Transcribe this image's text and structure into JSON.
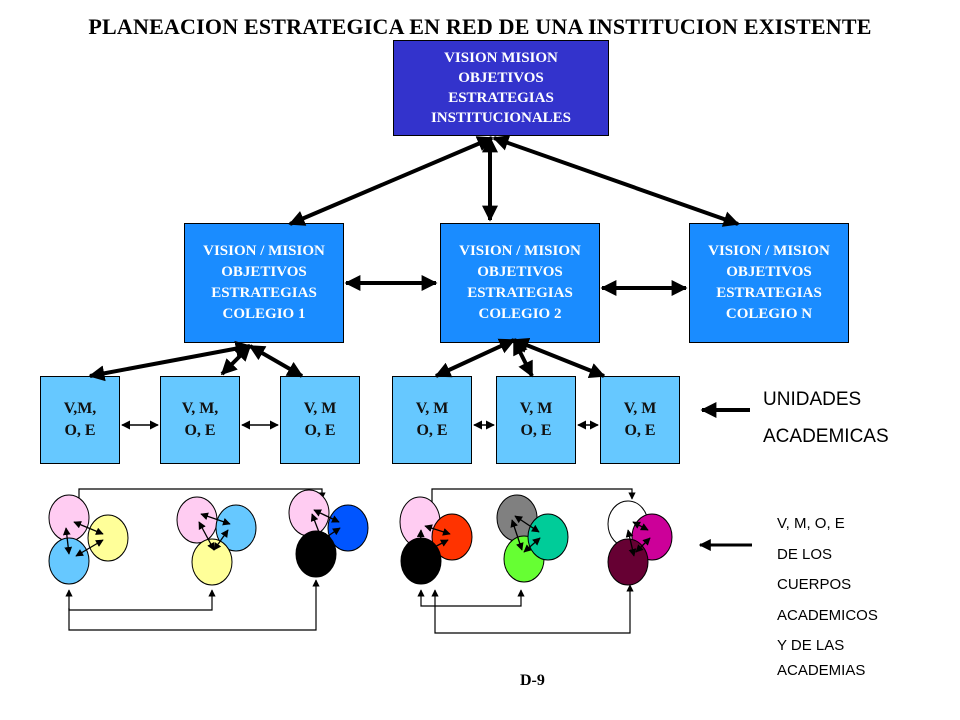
{
  "title": "PLANEACION ESTRATEGICA EN RED DE UNA INSTITUCION EXISTENTE",
  "top_box": {
    "line1": "VISION  MISION",
    "line2": "OBJETIVOS",
    "line3": "ESTRATEGIAS",
    "line4": "INSTITUCIONALES",
    "color": "#3333cc"
  },
  "colleges": [
    {
      "line1": "VISION  / MISION",
      "line2": "OBJETIVOS",
      "line3": "ESTRATEGIAS",
      "line4": "COLEGIO 1"
    },
    {
      "line1": "VISION  / MISION",
      "line2": "OBJETIVOS",
      "line3": "ESTRATEGIAS",
      "line4": "COLEGIO 2"
    },
    {
      "line1": "VISION  / MISION",
      "line2": "OBJETIVOS",
      "line3": "ESTRATEGIAS",
      "line4": "COLEGIO N"
    }
  ],
  "units": [
    {
      "line1": "V,M,",
      "line2": "O, E"
    },
    {
      "line1": "V, M,",
      "line2": "O, E"
    },
    {
      "line1": "V, M",
      "line2": "O, E"
    },
    {
      "line1": "V, M",
      "line2": "O, E"
    },
    {
      "line1": "V, M",
      "line2": "O, E"
    },
    {
      "line1": "V, M",
      "line2": "O, E"
    }
  ],
  "units_label": {
    "line1": "UNIDADES",
    "line2": "ACADEMICAS"
  },
  "bodies_label": {
    "line1": "V, M, O, E",
    "line2": "DE LOS",
    "line3": "CUERPOS",
    "line4": "ACADEMICOS",
    "line5": "Y DE LAS",
    "line6": "ACADEMIAS"
  },
  "footer": "D-9",
  "circle_groups": [
    {
      "name": "group-1",
      "colors": [
        "#ffccf2",
        "#ffff99",
        "#66c8ff"
      ]
    },
    {
      "name": "group-2",
      "colors": [
        "#ffccf2",
        "#66c8ff",
        "#ffff99"
      ]
    },
    {
      "name": "group-3",
      "colors": [
        "#ffccf2",
        "#0055ff",
        "#000000"
      ]
    },
    {
      "name": "group-4",
      "colors": [
        "#ffccf2",
        "#ff3300",
        "#000000"
      ]
    },
    {
      "name": "group-5",
      "colors": [
        "#808080",
        "#00cc99",
        "#66ff33"
      ]
    },
    {
      "name": "group-6",
      "colors": [
        "#ffffff",
        "#cc0099",
        "#660033"
      ]
    }
  ]
}
